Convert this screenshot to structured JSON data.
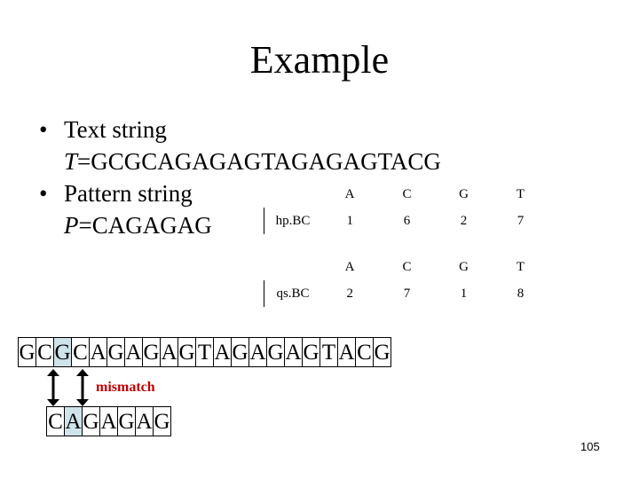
{
  "title": "Example",
  "bullets": {
    "text_label": "Text string",
    "text_var": "T",
    "text_value": "=GCGCAGAGAGTAGAGAGTACG",
    "pattern_label": "Pattern string",
    "pattern_var": "P",
    "pattern_value": "=CAGAGAG"
  },
  "hp_table": {
    "label": "hp.BC",
    "headers": [
      "A",
      "C",
      "G",
      "T"
    ],
    "values": [
      "1",
      "6",
      "2",
      "7"
    ]
  },
  "qs_table": {
    "label": "qs.BC",
    "headers": [
      "A",
      "C",
      "G",
      "T"
    ],
    "values": [
      "2",
      "7",
      "1",
      "8"
    ]
  },
  "text_sequence": [
    "G",
    "C",
    "G",
    "C",
    "A",
    "G",
    "A",
    "G",
    "A",
    "G",
    "T",
    "A",
    "G",
    "A",
    "G",
    "A",
    "G",
    "T",
    "A",
    "C",
    "G"
  ],
  "pattern_sequence": [
    "C",
    "A",
    "G",
    "A",
    "G",
    "A",
    "G"
  ],
  "mismatch_label": "mismatch",
  "page_number": "105",
  "colors": {
    "highlight": "#cfe3ea",
    "mismatch": "#c00000"
  }
}
